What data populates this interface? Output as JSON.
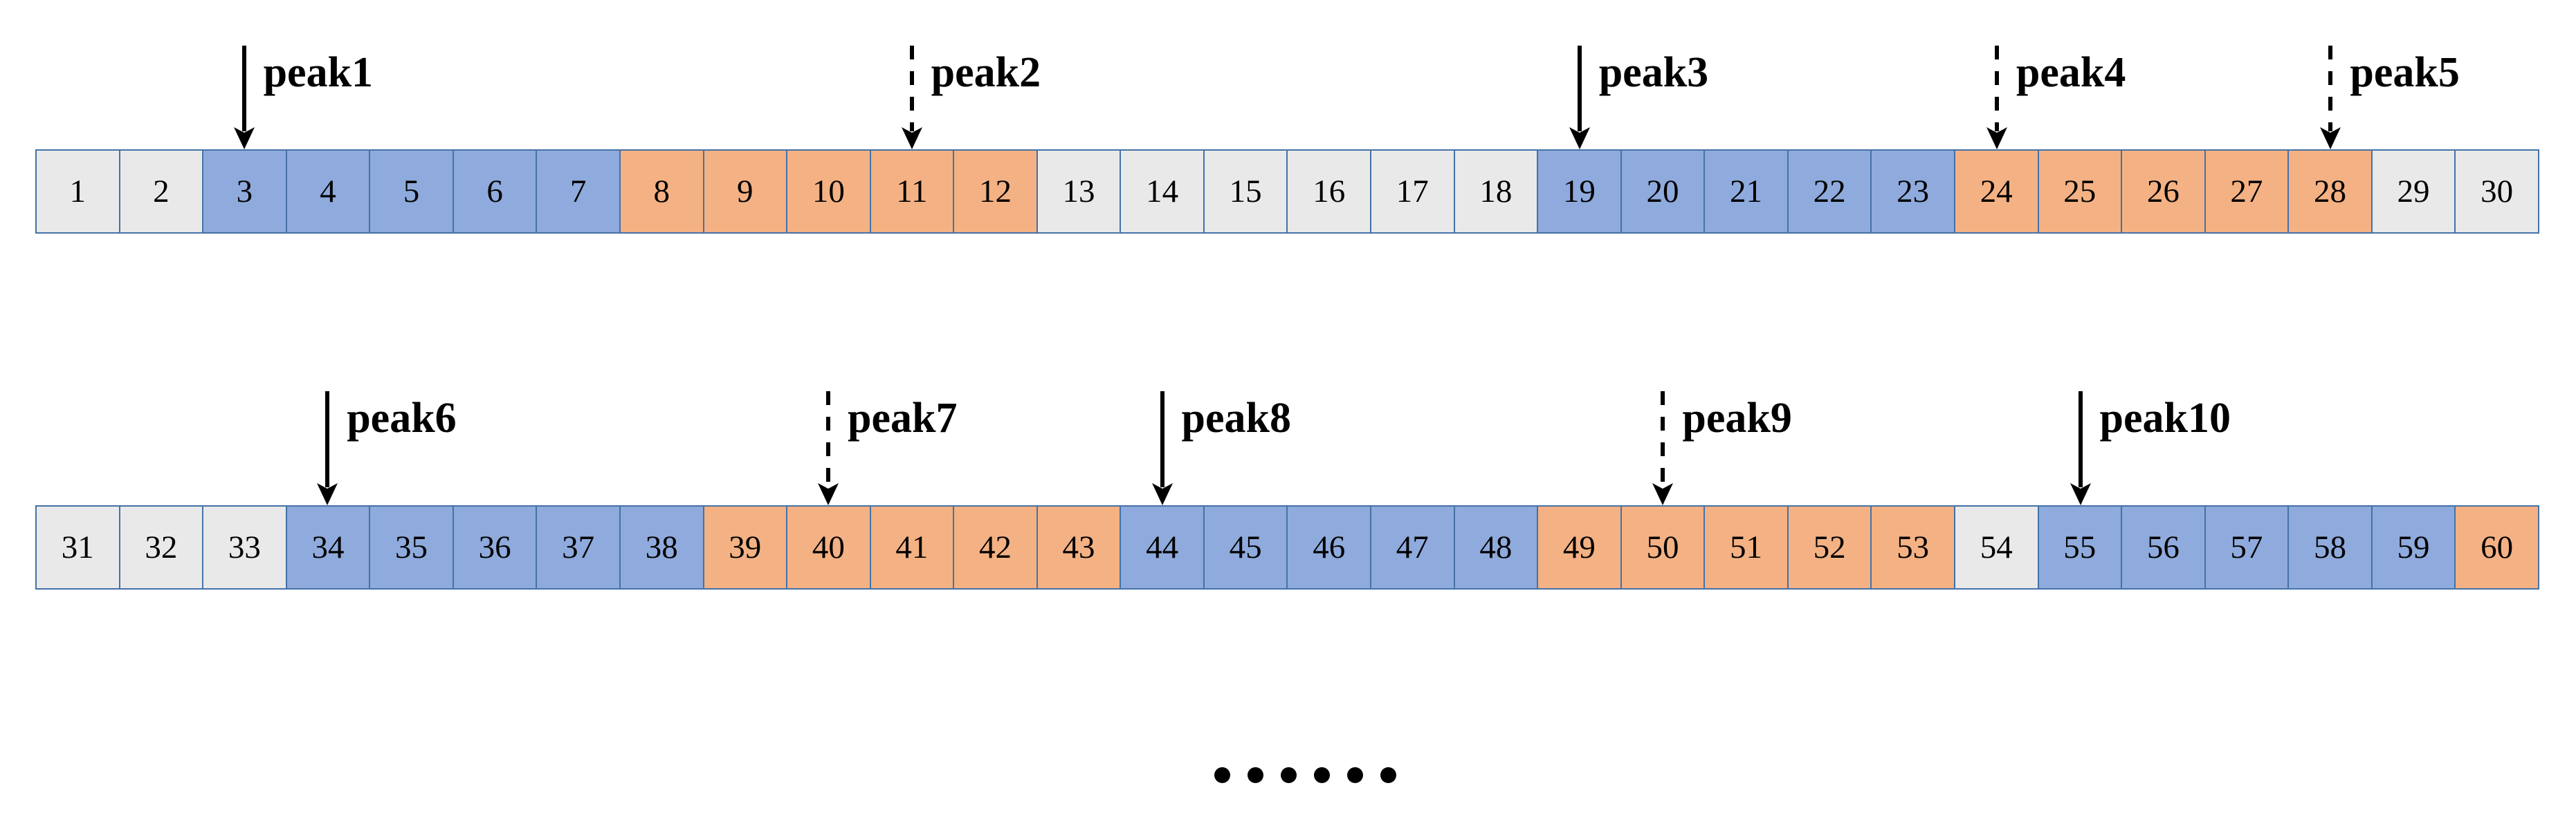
{
  "figure": {
    "type": "sequence-strip-diagram",
    "colors": {
      "gray": "#e9e9e9",
      "blue": "#8faadc",
      "orange": "#f4b183",
      "cell_border": "#4472a8",
      "arrow": "#000000",
      "text": "#000000",
      "background": "#ffffff"
    },
    "ellipsis": {
      "label": "......",
      "dot_count": 6
    }
  },
  "rows": [
    {
      "name": "row-1",
      "start": 1,
      "end": 30,
      "cells": [
        {
          "label": "1",
          "color": "gray"
        },
        {
          "label": "2",
          "color": "gray"
        },
        {
          "label": "3",
          "color": "blue"
        },
        {
          "label": "4",
          "color": "blue"
        },
        {
          "label": "5",
          "color": "blue"
        },
        {
          "label": "6",
          "color": "blue"
        },
        {
          "label": "7",
          "color": "blue"
        },
        {
          "label": "8",
          "color": "orange"
        },
        {
          "label": "9",
          "color": "orange"
        },
        {
          "label": "10",
          "color": "orange"
        },
        {
          "label": "11",
          "color": "orange"
        },
        {
          "label": "12",
          "color": "orange"
        },
        {
          "label": "13",
          "color": "gray"
        },
        {
          "label": "14",
          "color": "gray"
        },
        {
          "label": "15",
          "color": "gray"
        },
        {
          "label": "16",
          "color": "gray"
        },
        {
          "label": "17",
          "color": "gray"
        },
        {
          "label": "18",
          "color": "gray"
        },
        {
          "label": "19",
          "color": "blue"
        },
        {
          "label": "20",
          "color": "blue"
        },
        {
          "label": "21",
          "color": "blue"
        },
        {
          "label": "22",
          "color": "blue"
        },
        {
          "label": "23",
          "color": "blue"
        },
        {
          "label": "24",
          "color": "orange"
        },
        {
          "label": "25",
          "color": "orange"
        },
        {
          "label": "26",
          "color": "orange"
        },
        {
          "label": "27",
          "color": "orange"
        },
        {
          "label": "28",
          "color": "orange"
        },
        {
          "label": "29",
          "color": "gray"
        },
        {
          "label": "30",
          "color": "gray"
        }
      ]
    },
    {
      "name": "row-2",
      "start": 31,
      "end": 60,
      "cells": [
        {
          "label": "31",
          "color": "gray"
        },
        {
          "label": "32",
          "color": "gray"
        },
        {
          "label": "33",
          "color": "gray"
        },
        {
          "label": "34",
          "color": "blue"
        },
        {
          "label": "35",
          "color": "blue"
        },
        {
          "label": "36",
          "color": "blue"
        },
        {
          "label": "37",
          "color": "blue"
        },
        {
          "label": "38",
          "color": "blue"
        },
        {
          "label": "39",
          "color": "orange"
        },
        {
          "label": "40",
          "color": "orange"
        },
        {
          "label": "41",
          "color": "orange"
        },
        {
          "label": "42",
          "color": "orange"
        },
        {
          "label": "43",
          "color": "orange"
        },
        {
          "label": "44",
          "color": "blue"
        },
        {
          "label": "45",
          "color": "blue"
        },
        {
          "label": "46",
          "color": "blue"
        },
        {
          "label": "47",
          "color": "blue"
        },
        {
          "label": "48",
          "color": "blue"
        },
        {
          "label": "49",
          "color": "orange"
        },
        {
          "label": "50",
          "color": "orange"
        },
        {
          "label": "51",
          "color": "orange"
        },
        {
          "label": "52",
          "color": "orange"
        },
        {
          "label": "53",
          "color": "orange"
        },
        {
          "label": "54",
          "color": "gray"
        },
        {
          "label": "55",
          "color": "blue"
        },
        {
          "label": "56",
          "color": "blue"
        },
        {
          "label": "57",
          "color": "blue"
        },
        {
          "label": "58",
          "color": "blue"
        },
        {
          "label": "59",
          "color": "blue"
        },
        {
          "label": "60",
          "color": "orange"
        }
      ]
    }
  ],
  "peaks": [
    {
      "label": "peak1",
      "row": 1,
      "cell": "3",
      "style": "solid",
      "arrow_height": 150
    },
    {
      "label": "peak2",
      "row": 1,
      "cell": "11",
      "style": "dashed",
      "arrow_height": 150
    },
    {
      "label": "peak3",
      "row": 1,
      "cell": "19",
      "style": "solid",
      "arrow_height": 150
    },
    {
      "label": "peak4",
      "row": 1,
      "cell": "24",
      "style": "dashed",
      "arrow_height": 150
    },
    {
      "label": "peak5",
      "row": 1,
      "cell": "28",
      "style": "dashed",
      "arrow_height": 150
    },
    {
      "label": "peak6",
      "row": 2,
      "cell": "34",
      "style": "solid",
      "arrow_height": 165
    },
    {
      "label": "peak7",
      "row": 2,
      "cell": "40",
      "style": "dashed",
      "arrow_height": 165
    },
    {
      "label": "peak8",
      "row": 2,
      "cell": "44",
      "style": "solid",
      "arrow_height": 165
    },
    {
      "label": "peak9",
      "row": 2,
      "cell": "50",
      "style": "dashed",
      "arrow_height": 165
    },
    {
      "label": "peak10",
      "row": 2,
      "cell": "55",
      "style": "solid",
      "arrow_height": 165
    }
  ]
}
